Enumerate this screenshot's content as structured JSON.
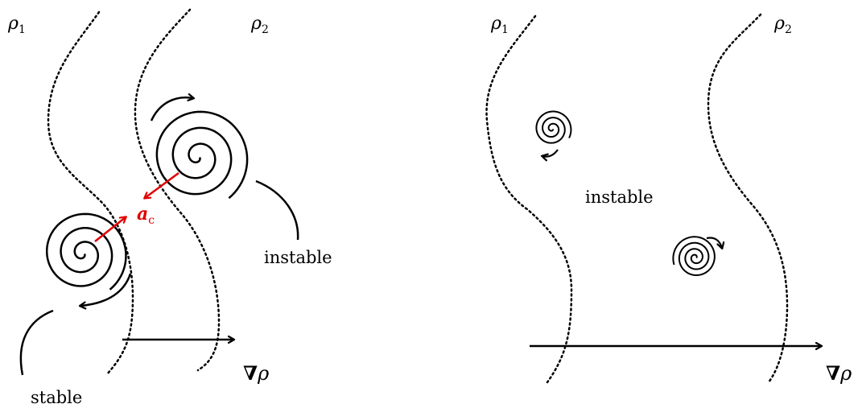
{
  "left_panel": {
    "rho1": "ρ",
    "rho1_sub": "1",
    "rho2": "ρ",
    "rho2_sub": "2",
    "label_instable": "instable",
    "label_stable": "stable",
    "label_ac": "a",
    "label_ac_sub": "c",
    "label_grad_nabla": "∇",
    "label_grad_rho": "ρ"
  },
  "right_panel": {
    "rho1": "ρ",
    "rho1_sub": "1",
    "rho2": "ρ",
    "rho2_sub": "2",
    "label_instable": "instable",
    "label_grad_nabla": "∇",
    "label_grad_rho": "ρ"
  },
  "colors": {
    "ink": "#000000",
    "accent": "#e00000"
  }
}
